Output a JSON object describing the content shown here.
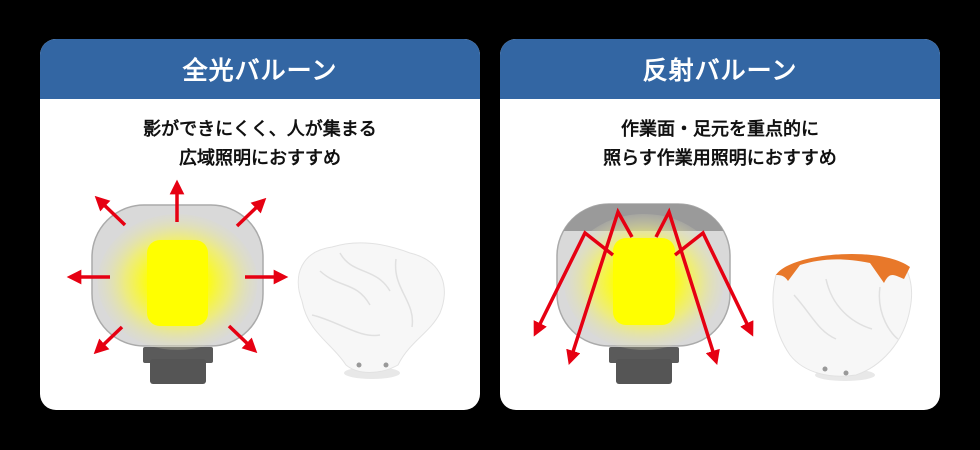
{
  "colors": {
    "background": "#000000",
    "header": "#3366a3",
    "card": "#ffffff",
    "arrow": "#e60012",
    "core": "#ffff00",
    "balloon": "#d9d9d9",
    "reflector": "#9a9a9a",
    "base": "#5a5a5a",
    "orange_band": "#e8782a"
  },
  "cards": [
    {
      "title": "全光バルーン",
      "description": [
        "影ができにくく、人が集まる",
        "広域照明におすすめ"
      ],
      "diagram_icon": "omnidirectional-light-diagram",
      "photo_icon": "white-balloon-cover-photo"
    },
    {
      "title": "反射バルーン",
      "description": [
        "作業面・足元を重点的に",
        "照らす作業用照明におすすめ"
      ],
      "diagram_icon": "reflective-light-diagram",
      "photo_icon": "orange-top-balloon-cover-photo"
    }
  ]
}
